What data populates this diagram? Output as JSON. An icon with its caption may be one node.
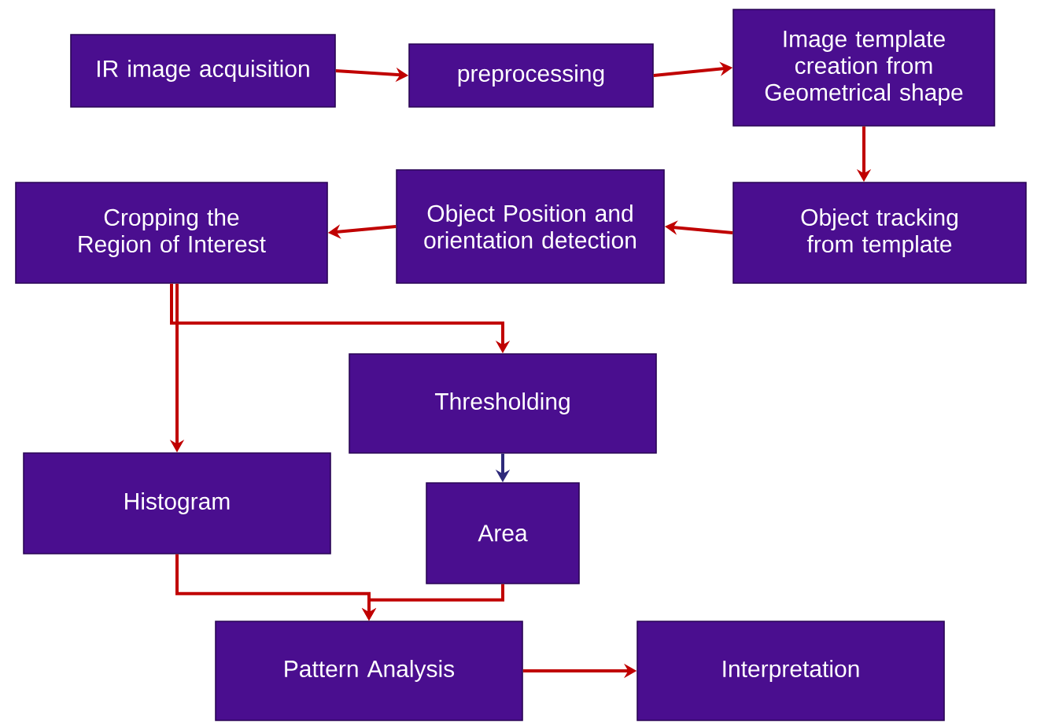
{
  "diagram": {
    "nodes": [
      {
        "text": [
          "IR image acquisition"
        ]
      },
      {
        "text": [
          "preprocessing"
        ]
      },
      {
        "text": [
          "Image template creation from Geometrical shape"
        ]
      },
      {
        "text": [
          "Object tracking from template"
        ]
      },
      {
        "text": [
          "Object Position and orientation detection"
        ]
      },
      {
        "text": [
          "Cropping the Region of Interest"
        ]
      },
      {
        "text": [
          "Thresholding"
        ]
      },
      {
        "text": [
          "Histogram"
        ]
      },
      {
        "text": [
          "Area"
        ]
      },
      {
        "text": [
          "Pattern Analysis"
        ]
      },
      {
        "text": [
          "Interpretation"
        ]
      }
    ],
    "edges": [
      {
        "from": 0,
        "to": 1,
        "arrow": "to"
      },
      {
        "from": 1,
        "to": 2,
        "arrow": "to"
      },
      {
        "from": 2,
        "to": 3,
        "arrow": "to"
      },
      {
        "from": 3,
        "to": 4,
        "arrow": "to"
      },
      {
        "from": 4,
        "to": 5,
        "arrow": "to"
      },
      {
        "from": 5,
        "to": 7,
        "arrow": "to"
      },
      {
        "from": 5,
        "to": 6,
        "arrow": "to"
      },
      {
        "from": 6,
        "to": 8,
        "arrow": "to",
        "color": "#2e2a7a"
      },
      {
        "from": 7,
        "to": 9,
        "arrow": "to"
      },
      {
        "from": 8,
        "to": 9,
        "arrow": "to"
      },
      {
        "from": 9,
        "to": 10,
        "arrow": "to"
      }
    ]
  }
}
